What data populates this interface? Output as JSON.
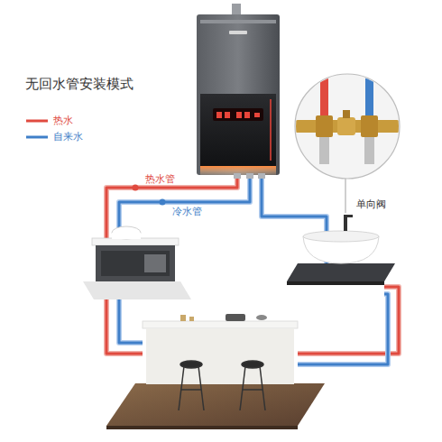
{
  "diagram": {
    "title": "无回水管安装模式",
    "labels": [
      "热水管",
      "冷水管",
      "单向阀"
    ],
    "legend": [
      {
        "text": "热水"
      },
      {
        "text": "自来水"
      }
    ]
  }
}
